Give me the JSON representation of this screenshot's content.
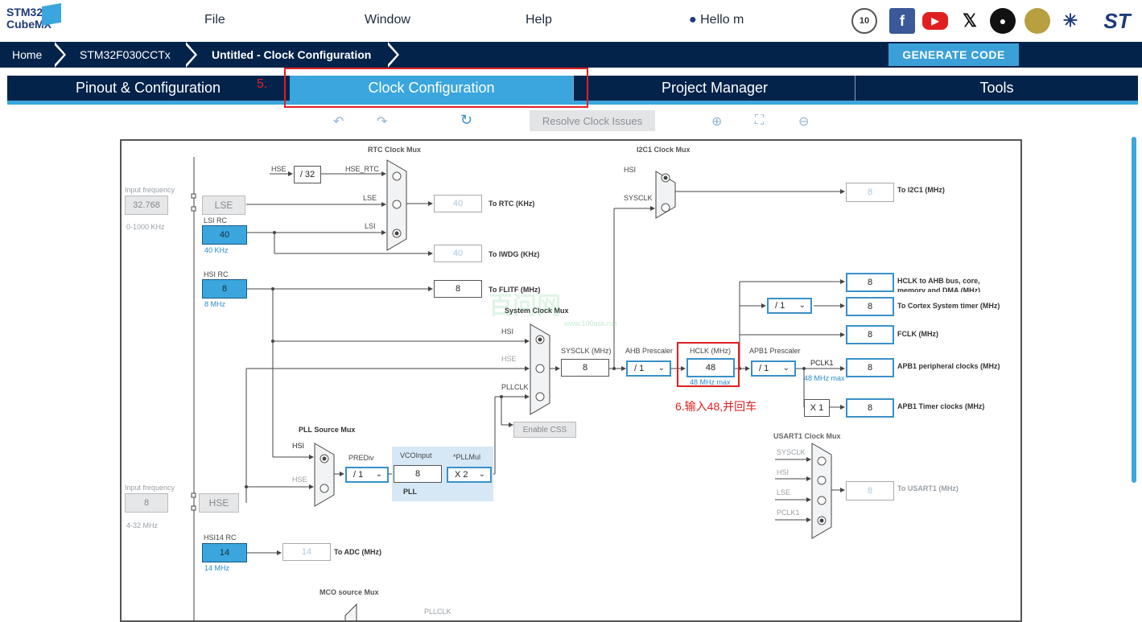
{
  "app": {
    "logo_line1": "STM32",
    "logo_line2": "CubeMX"
  },
  "menu": {
    "file": "File",
    "window": "Window",
    "help": "Help",
    "user": "Hello m"
  },
  "breadcrumb": {
    "home": "Home",
    "device": "STM32F030CCTx",
    "current": "Untitled - Clock Configuration"
  },
  "generate_label": "GENERATE CODE",
  "tabs": [
    {
      "label": "Pinout & Configuration"
    },
    {
      "label": "Clock Configuration"
    },
    {
      "label": "Project Manager"
    },
    {
      "label": "Tools"
    }
  ],
  "toolbar": {
    "resolve_label": "Resolve Clock Issues"
  },
  "social_icons": [
    "anniversary-icon",
    "facebook-icon",
    "youtube-icon",
    "x-icon",
    "github-icon",
    "community-icon",
    "network-icon",
    "st-logo-icon"
  ],
  "annotations": {
    "step5": "5.",
    "step6": "6.输入48,并回车"
  },
  "clock": {
    "input_freq_label": "Input frequency",
    "lse_freq": "32.768",
    "lse_range": "0-1000 KHz",
    "lse": "LSE",
    "lsi_rc_label": "LSI RC",
    "lsi_value": "40",
    "lsi_unit": "40 KHz",
    "hsi_rc_label": "HSI RC",
    "hsi_value": "8",
    "hsi_unit": "8 MHz",
    "rtc_mux_title": "RTC Clock Mux",
    "rtc_in_hse": "HSE",
    "rtc_div": "/ 32",
    "rtc_hse_rtc": "HSE_RTC",
    "rtc_in_lse": "LSE",
    "rtc_in_lsi": "LSI",
    "rtc_out": "40",
    "rtc_out_label": "To RTC (KHz)",
    "iwdg_out": "40",
    "iwdg_out_label": "To IWDG (KHz)",
    "flitf_out": "8",
    "flitf_out_label": "To FLITF (MHz)",
    "i2c_mux_title": "I2C1 Clock Mux",
    "i2c_in_hsi": "HSI",
    "i2c_in_sysclk": "SYSCLK",
    "i2c_out": "8",
    "i2c_out_label": "To I2C1 (MHz)",
    "sys_mux_title": "System Clock Mux",
    "sys_in_hsi": "HSI",
    "sys_in_hse": "HSE",
    "sys_in_pllclk": "PLLCLK",
    "sysclk_label": "SYSCLK (MHz)",
    "sysclk_value": "8",
    "ahb_label": "AHB Prescaler",
    "ahb_value": "/ 1",
    "hclk_label": "HCLK (MHz)",
    "hclk_value": "48",
    "hclk_max": "48 MHz max",
    "apb1_label": "APB1 Prescaler",
    "apb1_value": "/ 1",
    "pclk1_label": "PCLK1",
    "pclk1_max": "48 MHz max",
    "cortex_div": "/ 1",
    "x1_label": "X 1",
    "out_hclk": "8",
    "out_hclk_label": "HCLK to AHB bus, core, memory and DMA (MHz)",
    "out_cortex": "8",
    "out_cortex_label": "To Cortex System timer (MHz)",
    "out_fclk": "8",
    "out_fclk_label": "FCLK (MHz)",
    "out_apb1": "8",
    "out_apb1_label": "APB1 peripheral clocks (MHz)",
    "out_apb1t": "8",
    "out_apb1t_label": "APB1 Timer clocks (MHz)",
    "enable_css": "Enable CSS",
    "pll_mux_title": "PLL Source Mux",
    "pll_in_hsi": "HSI",
    "pll_in_hse": "HSE",
    "prediv_label": "PREDiv",
    "prediv_value": "/ 1",
    "vco_label": "VCOInput",
    "vco_value": "8",
    "pllmul_label": "*PLLMul",
    "pllmul_value": "X 2",
    "pll_label": "PLL",
    "hse_input_label": "Input frequency",
    "hse_freq": "8",
    "hse_range": "4-32 MHz",
    "hse": "HSE",
    "hsi14_label": "HSI14 RC",
    "hsi14_value": "14",
    "hsi14_unit": "14 MHz",
    "adc_out": "14",
    "adc_out_label": "To ADC (MHz)",
    "usart_mux_title": "USART1 Clock Mux",
    "usart_in_sysclk": "SYSCLK",
    "usart_in_hsi": "HSI",
    "usart_in_lse": "LSE",
    "usart_in_pclk1": "PCLK1",
    "usart_out": "8",
    "usart_out_label": "To USART1 (MHz)",
    "mco_title": "MCO source Mux",
    "mco_pllclk": "PLLCLK"
  },
  "watermark": {
    "brand": "百问网",
    "url": "www.100ask.net"
  },
  "colors": {
    "navy": "#03234b",
    "accent": "#3aa6dd",
    "annotation": "#e02020"
  }
}
